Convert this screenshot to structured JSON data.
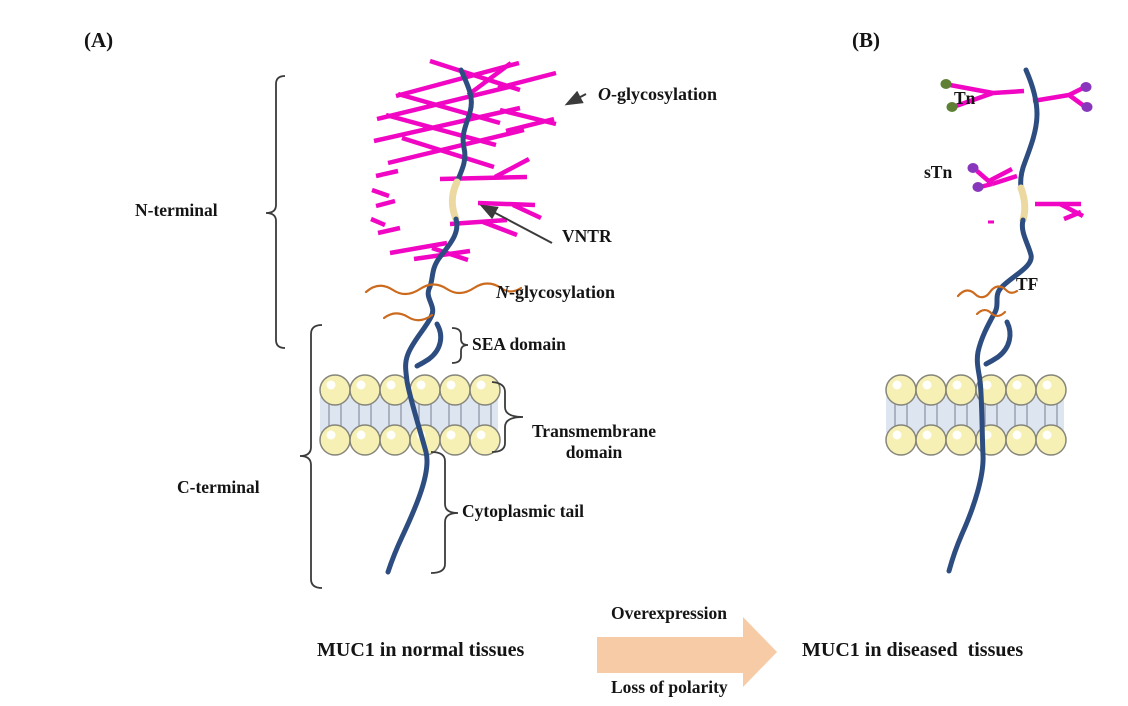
{
  "figure": {
    "panel_a_label": "(A)",
    "panel_b_label": "(B)",
    "caption_a": "MUC1 in normal tissues",
    "caption_b": "MUC1 in diseased  tissues",
    "transition_top": "Overexpression",
    "transition_bottom": "Loss of polarity",
    "labels": {
      "n_terminal": "N-terminal",
      "c_terminal": "C-terminal",
      "sea_domain": "SEA domain",
      "transmembrane_domain": "Transmembrane domain",
      "cytoplasmic_tail": "Cytoplasmic tail",
      "o_glycosylation_prefix": "O",
      "o_glycosylation_rest": "-glycosylation",
      "n_glycosylation_prefix": "N",
      "n_glycosylation_rest": "-glycosylation",
      "vntr": "VNTR",
      "tn": "Tn",
      "stn": "sTn",
      "tf": "TF"
    },
    "colors": {
      "chain": "#2d4d80",
      "glycan": "#f106c4",
      "vntr_segment": "#ecd9a2",
      "n_glycan": "#cc6a1e",
      "lipid_head": "#f7f0b5",
      "lipid_head_stroke": "#85857a",
      "membrane_band": "#dde5f1",
      "membrane_tail": "#8e97a8",
      "annotation": "#3b3b3b",
      "text": "#141414",
      "arrow_fill": "#f6cba6",
      "tn_dot": "#5d8034",
      "stn_dot": "#8837bd"
    }
  }
}
